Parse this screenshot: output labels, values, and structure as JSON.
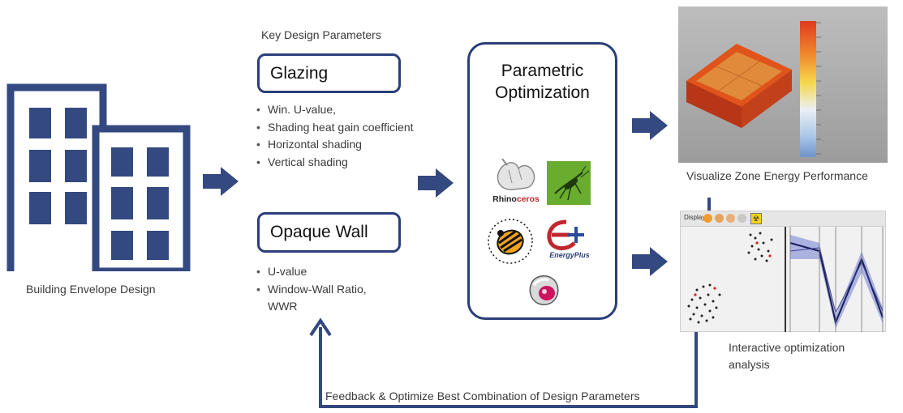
{
  "left": {
    "caption": "Building Envelope Design"
  },
  "params_header": "Key Design Parameters",
  "glazing": {
    "title": "Glazing",
    "items": [
      "Win. U-value,",
      "Shading heat gain coefficient",
      "Horizontal shading",
      "Vertical shading"
    ]
  },
  "opaque": {
    "title": "Opaque Wall",
    "items": [
      "U-value",
      "Window-Wall Ratio,"
    ],
    "item2_cont": "WWR"
  },
  "optimization": {
    "title_line1": "Parametric",
    "title_line2": "Optimization",
    "logos": {
      "rhino": "Rhinoceros",
      "energyplus": "EnergyPlus"
    }
  },
  "right": {
    "top_caption": "Visualize Zone Energy Performance",
    "bottom_caption_line1": "Interactive optimization",
    "bottom_caption_line2": "analysis",
    "toolbar_label": "Display"
  },
  "feedback": {
    "label": "Feedback & Optimize Best Combination of Design Parameters"
  },
  "colors": {
    "navy": "#2a3f7a",
    "arrow": "#33497f"
  }
}
